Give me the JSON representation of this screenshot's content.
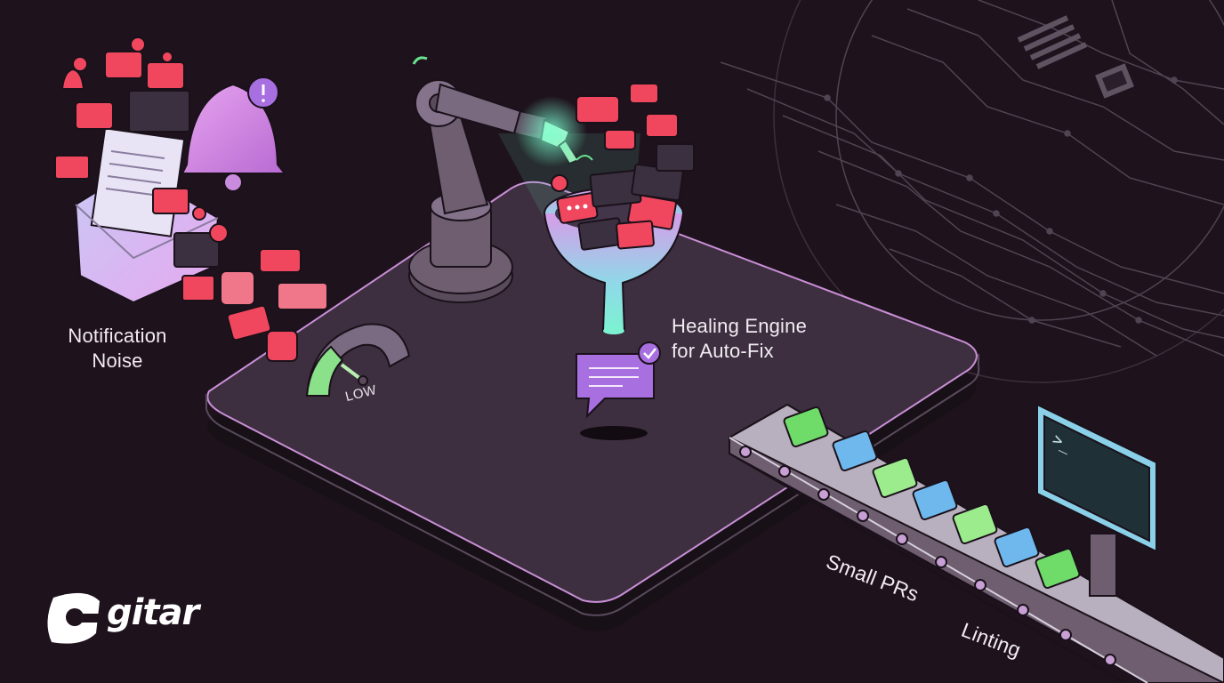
{
  "labels": {
    "notification_noise_line1": "Notification",
    "notification_noise_line2": "Noise",
    "healing_engine_line1": "Healing Engine",
    "healing_engine_line2": "for Auto-Fix",
    "gauge_level": "LOW",
    "small_prs": "Small PRs",
    "linting": "Linting",
    "terminal_prompt": ">_"
  },
  "brand": {
    "name": "gitar"
  },
  "colors": {
    "background": "#1e121d",
    "platform": "#3d2f3f",
    "platform_edge": "#c98fd6",
    "alert_red": "#f0475e",
    "pr_green": "#6fdc6a",
    "pr_blue": "#6eb8ee",
    "funnel_glow": "#6ff3c0",
    "message_purple": "#a86fe0"
  },
  "icons": [
    "envelope-icon",
    "bell-icon",
    "chat-bubble-icon",
    "alert-icon",
    "gauge-icon",
    "robot-arm-icon",
    "funnel-icon",
    "checkmark-icon",
    "terminal-icon",
    "conveyor-belt-icon",
    "gitar-logo-icon"
  ]
}
